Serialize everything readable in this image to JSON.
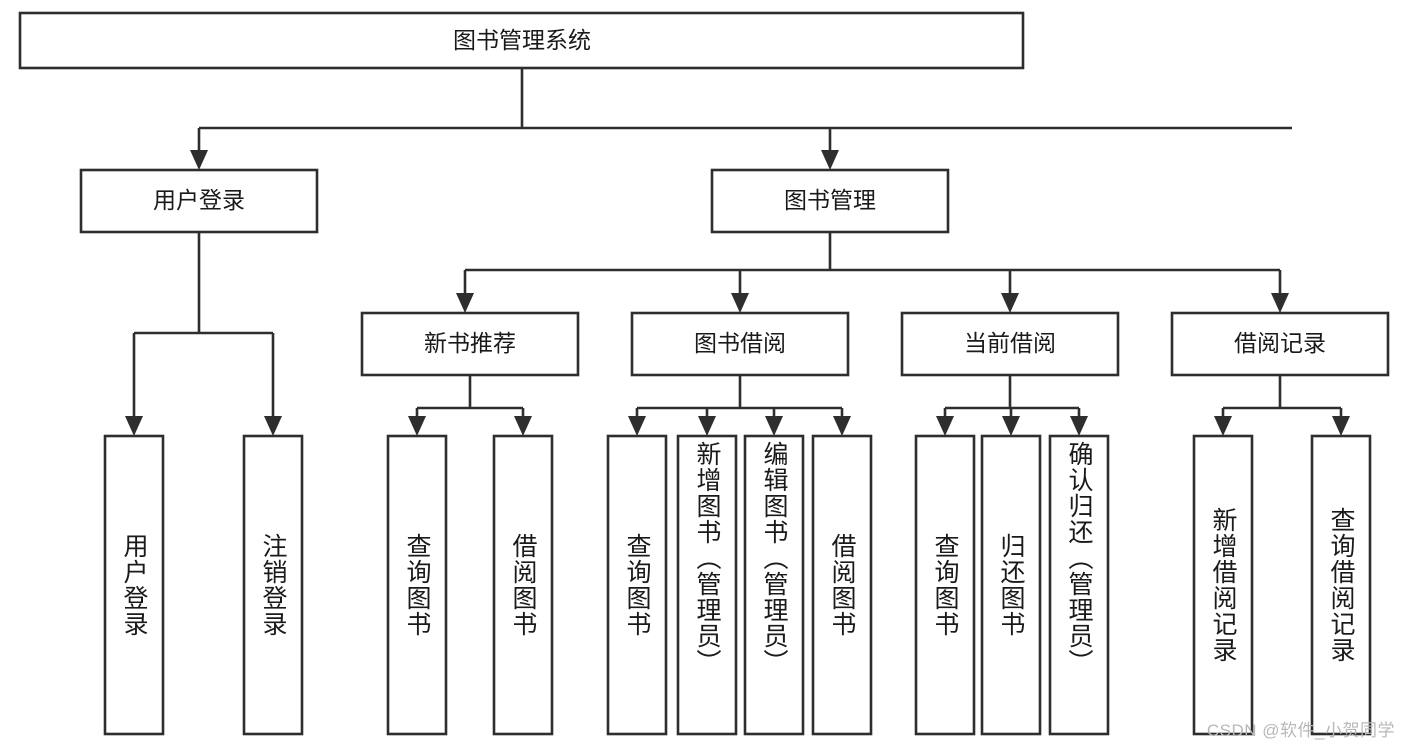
{
  "diagram": {
    "type": "hierarchy-tree",
    "title": "图书管理系统",
    "colors": {
      "box_stroke": "#2e2e2e",
      "box_fill": "#ffffff",
      "connector": "#2e2e2e",
      "text": "#1a1a1a",
      "background": "#ffffff",
      "watermark": "#b8b8b8"
    },
    "root": {
      "label": "图书管理系统"
    },
    "level2": [
      {
        "label": "用户登录"
      },
      {
        "label": "图书管理"
      }
    ],
    "level3": [
      {
        "label": "新书推荐"
      },
      {
        "label": "图书借阅"
      },
      {
        "label": "当前借阅"
      },
      {
        "label": "借阅记录"
      }
    ],
    "leaves": {
      "user_login": [
        {
          "label": "用户登录"
        },
        {
          "label": "注销登录"
        }
      ],
      "new_book_recommend": [
        {
          "label": "查询图书"
        },
        {
          "label": "借阅图书"
        }
      ],
      "book_borrow": [
        {
          "label": "查询图书"
        },
        {
          "label": "新增图书（管理员）"
        },
        {
          "label": "编辑图书（管理员）"
        },
        {
          "label": "借阅图书"
        }
      ],
      "current_borrow": [
        {
          "label": "查询图书"
        },
        {
          "label": "归还图书"
        },
        {
          "label": "确认归还（管理员）"
        }
      ],
      "borrow_record": [
        {
          "label": "新增借阅记录"
        },
        {
          "label": "查询借阅记录"
        }
      ]
    },
    "watermark": "CSDN @软件_小贺同学"
  }
}
